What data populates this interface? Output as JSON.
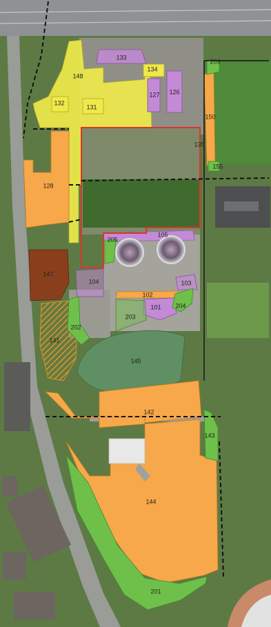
{
  "map": {
    "zone_colors": {
      "yellow": "#efe94a",
      "orange": "#f7a84a",
      "green": "#6fc04a",
      "purple": "#c38ad6",
      "brown": "#8a3f1c",
      "sage": "#5f8f63",
      "hatched": "#d9a13a"
    },
    "boundary_colors": {
      "red_outline": "#d9372a",
      "dashed_line": "#111111"
    },
    "labels": {
      "l101": "101",
      "l102": "102",
      "l103": "103",
      "l104": "104",
      "l105": "105",
      "l126": "126",
      "l127": "127",
      "l128": "128",
      "l131": "131",
      "l132": "132",
      "l133": "133",
      "l134": "134",
      "l135": "135",
      "l141": "141",
      "l142": "142",
      "l143": "143",
      "l144": "144",
      "l145": "145",
      "l147": "147",
      "l148": "148",
      "l150": "150",
      "l155": "155",
      "l201": "201",
      "l202": "202",
      "l203": "203",
      "l204": "204",
      "l205": "205",
      "l209": "209"
    }
  }
}
